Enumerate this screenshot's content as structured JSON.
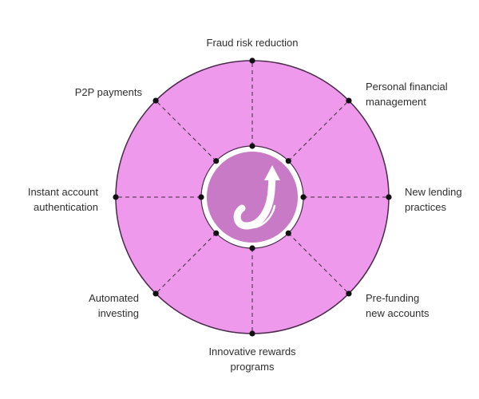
{
  "diagram": {
    "segments": [
      {
        "lines": [
          "Fraud risk reduction"
        ]
      },
      {
        "lines": [
          "Personal financial",
          "management"
        ]
      },
      {
        "lines": [
          "New lending",
          "practices"
        ]
      },
      {
        "lines": [
          "Pre-funding",
          "new accounts"
        ]
      },
      {
        "lines": [
          "Innovative rewards",
          "programs"
        ]
      },
      {
        "lines": [
          "Automated",
          "investing"
        ]
      },
      {
        "lines": [
          "Instant account",
          "authentication"
        ]
      },
      {
        "lines": [
          "P2P payments"
        ]
      }
    ],
    "center_icon": "curved-up-arrow-icon",
    "colors": {
      "ring_fill": "#ee99ec",
      "ring_stroke": "#4a2a4a",
      "center_fill": "#c97ac7",
      "divider": "#3a2a3a",
      "dot": "#111111",
      "text": "#2f2f2f"
    }
  }
}
